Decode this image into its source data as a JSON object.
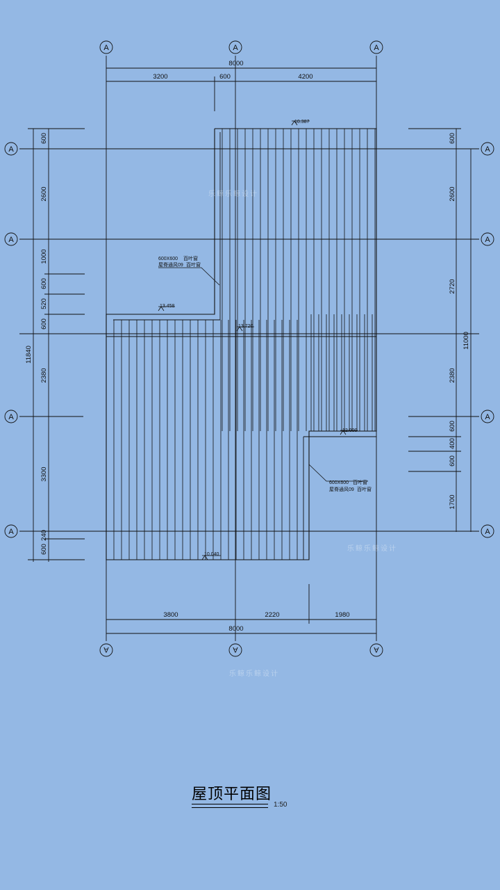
{
  "axis_label": "A",
  "top_dims_total": "8000",
  "top_dims": [
    "3200",
    "600",
    "4200"
  ],
  "bottom_dims": [
    "3800",
    "2220",
    "1980"
  ],
  "bottom_dims_total": "8000",
  "left_dims": [
    "600",
    "2600",
    "1000",
    "600",
    "520",
    "600",
    "2380",
    "3300",
    "240",
    "600"
  ],
  "left_total": "11840",
  "right_dims": [
    "600",
    "2600",
    "2720",
    "2380",
    "600",
    "400",
    "600",
    "1700"
  ],
  "right_total": "11000",
  "elevations": [
    "10.387",
    "13.458",
    "13.720",
    "12.000",
    "10.040"
  ],
  "louver_note_1": [
    "600X600",
    "百叶窗",
    "屋脊通风09",
    "百叶窗"
  ],
  "louver_note_2": [
    "600X600",
    "百叶窗",
    "屋脊通风09",
    "百叶窗"
  ],
  "title": "屋顶平面图",
  "scale": "1:50",
  "watermark": "乐鲸乐鲸设计"
}
